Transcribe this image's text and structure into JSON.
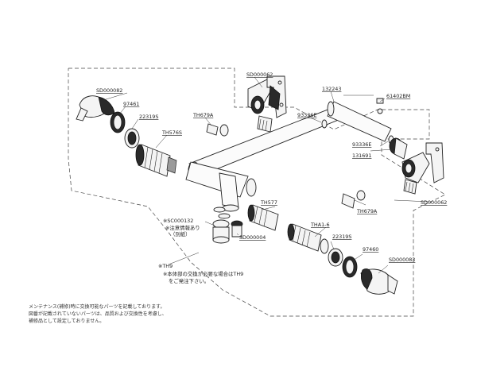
{
  "parts": {
    "p_sd82": "SD000082",
    "p_97461": "97461",
    "p_22319s_a": "22319S",
    "p_th576s": "TH576S",
    "p_th679a_a": "TH679A",
    "p_sd62_a": "SD000062",
    "p_93336e_a": "93336E",
    "p_132243": "132243",
    "p_61402bm": "61402BM",
    "p_93336e_b": "93336E",
    "p_131691": "131691",
    "p_th577": "TH577",
    "p_th679a_b": "TH679A",
    "p_sd62_b": "SD000062",
    "p_sc132": "※SC000132",
    "p_sc132_note1": "※注意情報あり",
    "p_sc132_note2": "（別紙）",
    "p_sd04": "SD000004",
    "p_tha16": "THA1-6",
    "p_22319s_b": "22319S",
    "p_97460": "97460",
    "p_sd83": "SD000083",
    "p_th9": "※TH9",
    "p_th9_note1": "※本体部の交換が必要な場合はTH9",
    "p_th9_note2": "をご発注下さい。"
  },
  "footer": {
    "line1": "メンテナンス(補修)時に交換可能なパーツを記載しております。",
    "line2": "図番が記載されていないパーツは、品質および交換性を考慮し、",
    "line3": "補修品として設定しておりません。"
  }
}
